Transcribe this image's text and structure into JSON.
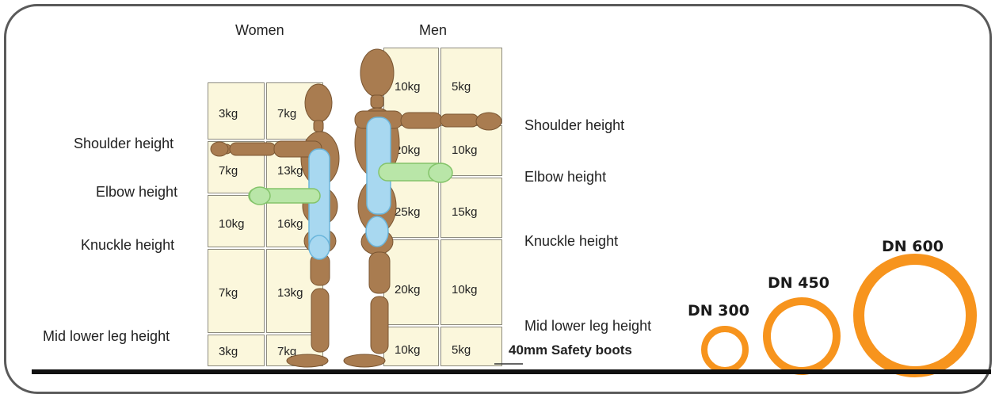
{
  "columns": {
    "women": "Women",
    "men": "Men"
  },
  "women_boxes": [
    "3kg",
    "7kg",
    "7kg",
    "13kg",
    "10kg",
    "16kg",
    "7kg",
    "13kg",
    "3kg",
    "7kg"
  ],
  "men_boxes": [
    "10kg",
    "5kg",
    "20kg",
    "10kg",
    "25kg",
    "15kg",
    "20kg",
    "10kg",
    "10kg",
    "5kg"
  ],
  "left_labels": {
    "shoulder": "Shoulder height",
    "elbow": "Elbow height",
    "knuckle": "Knuckle height",
    "mid_lower_leg": "Mid lower leg height"
  },
  "right_labels": {
    "shoulder": "Shoulder height",
    "elbow": "Elbow height",
    "knuckle": "Knuckle height",
    "mid_lower_leg": "Mid lower leg height"
  },
  "boots_label": "40mm Safety boots",
  "pipes": [
    {
      "label": "DN 300",
      "relative_size": 300
    },
    {
      "label": "DN 450",
      "relative_size": 450
    },
    {
      "label": "DN 600",
      "relative_size": 600
    }
  ],
  "colors": {
    "box_fill": "#fbf7dc",
    "box_border": "#8d8b7e",
    "mannequin": "#a97c50",
    "arm_highlight": "#b9e6a8",
    "body_highlight": "#a8d8f0",
    "pipe": "#f7941d",
    "ground": "#111111"
  }
}
